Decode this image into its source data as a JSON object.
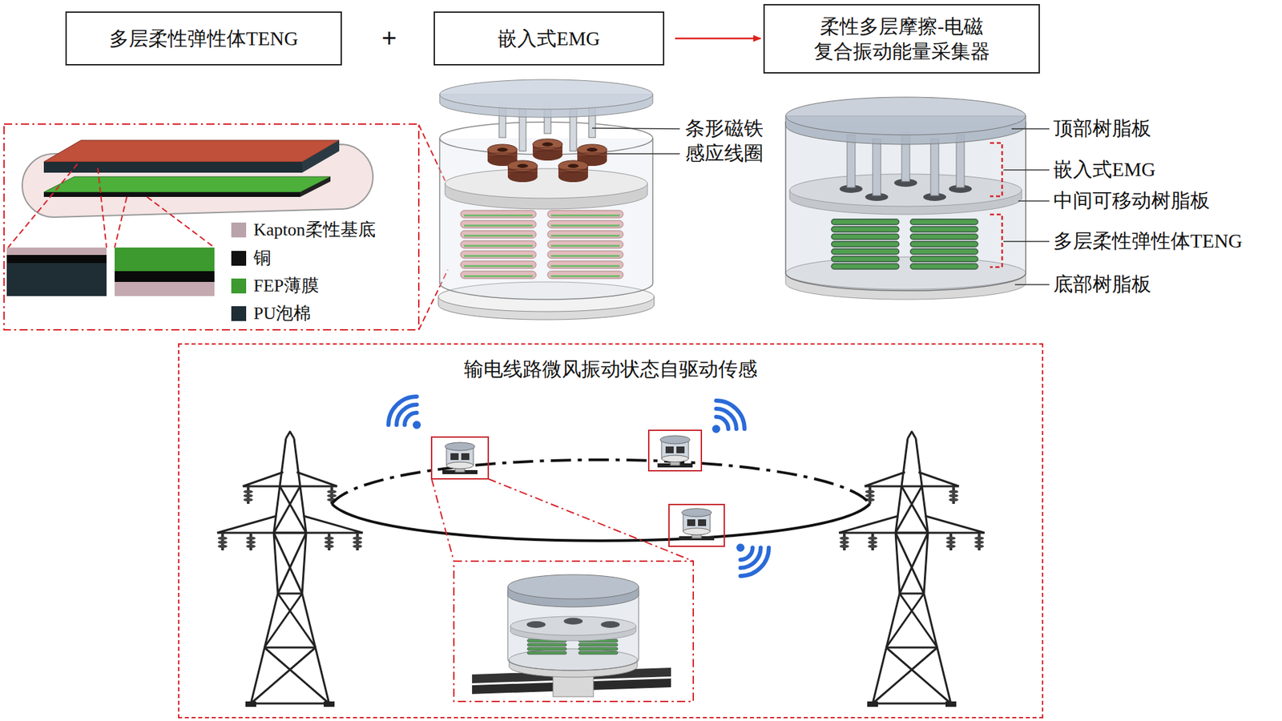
{
  "diagram": {
    "nodes": [
      {
        "text": [
          "多层柔性弹性体TENG"
        ]
      },
      {
        "text": [
          "嵌入式EMG"
        ]
      },
      {
        "text": [
          "柔性多层摩擦-电磁 复合振动能量采集器"
        ]
      },
      {
        "text": [
          "输电线路微风振动状态自驱动传感"
        ]
      }
    ],
    "edges": [
      {
        "from": 1,
        "to": 2,
        "arrow": "to"
      }
    ],
    "labels": [
      "+",
      "条形磁铁",
      "感应线圈",
      "顶部树脂板",
      "嵌入式EMG",
      "中间可移动树脂板",
      "多层柔性弹性体TENG",
      "底部树脂板"
    ],
    "legend": [
      {
        "text": "Kapton柔性基底",
        "color": "#b9a3aa"
      },
      {
        "text": "铜",
        "color": "#111111"
      },
      {
        "text": "FEP薄膜",
        "color": "#3c9a2f"
      },
      {
        "text": "PU泡棉",
        "color": "#1f2d35"
      }
    ]
  }
}
